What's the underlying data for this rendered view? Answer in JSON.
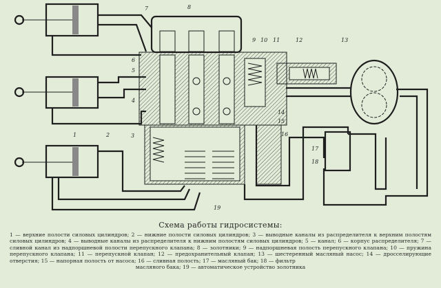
{
  "diagram": {
    "labels": [
      "1",
      "2",
      "3",
      "4",
      "5",
      "6",
      "7",
      "8",
      "9",
      "10",
      "11",
      "12",
      "13",
      "14",
      "15",
      "16",
      "17",
      "18",
      "19"
    ]
  },
  "caption": {
    "title": "Схема работы гидросистемы:",
    "legend": "1 — верхние полости силовых цилиндров; 2 — нижние полости силовых цилиндров; 3 — выводные каналы из распределителя к верхним полостям силовых цилиндров; 4 — выводные каналы из распределителя к нижним полостям силовых цилиндров; 5 — канал; 6 — корпус распределителя; 7 — сливной канал из надпоршневой полости перепускного клапана; 8 — золотники; 9 — надпоршневая полость перепускного клапана; 10 — пружина перепускного клапана; 11 — перепускной клапан; 12 — предохранительный клапан; 13 — шестеренный масляный насос; 14 — дросселирующие отверстия; 15 — напорная полость от насоса; 16 — сливная полость; 17 — масляный бак; 18 — фильтр",
    "legend_last": "масляного бака; 19 — автоматическое устройство золотника"
  }
}
